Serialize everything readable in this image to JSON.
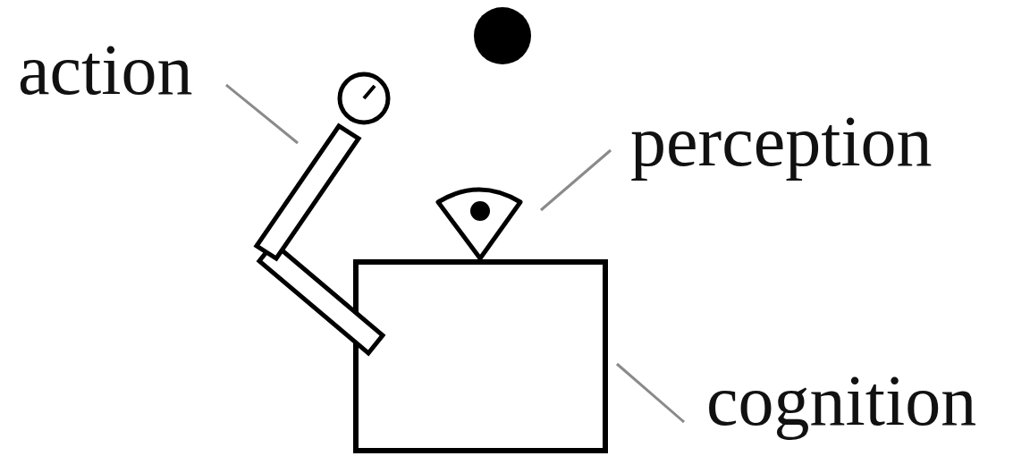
{
  "diagram": {
    "labels": [
      "action",
      "perception",
      "cognition"
    ]
  }
}
